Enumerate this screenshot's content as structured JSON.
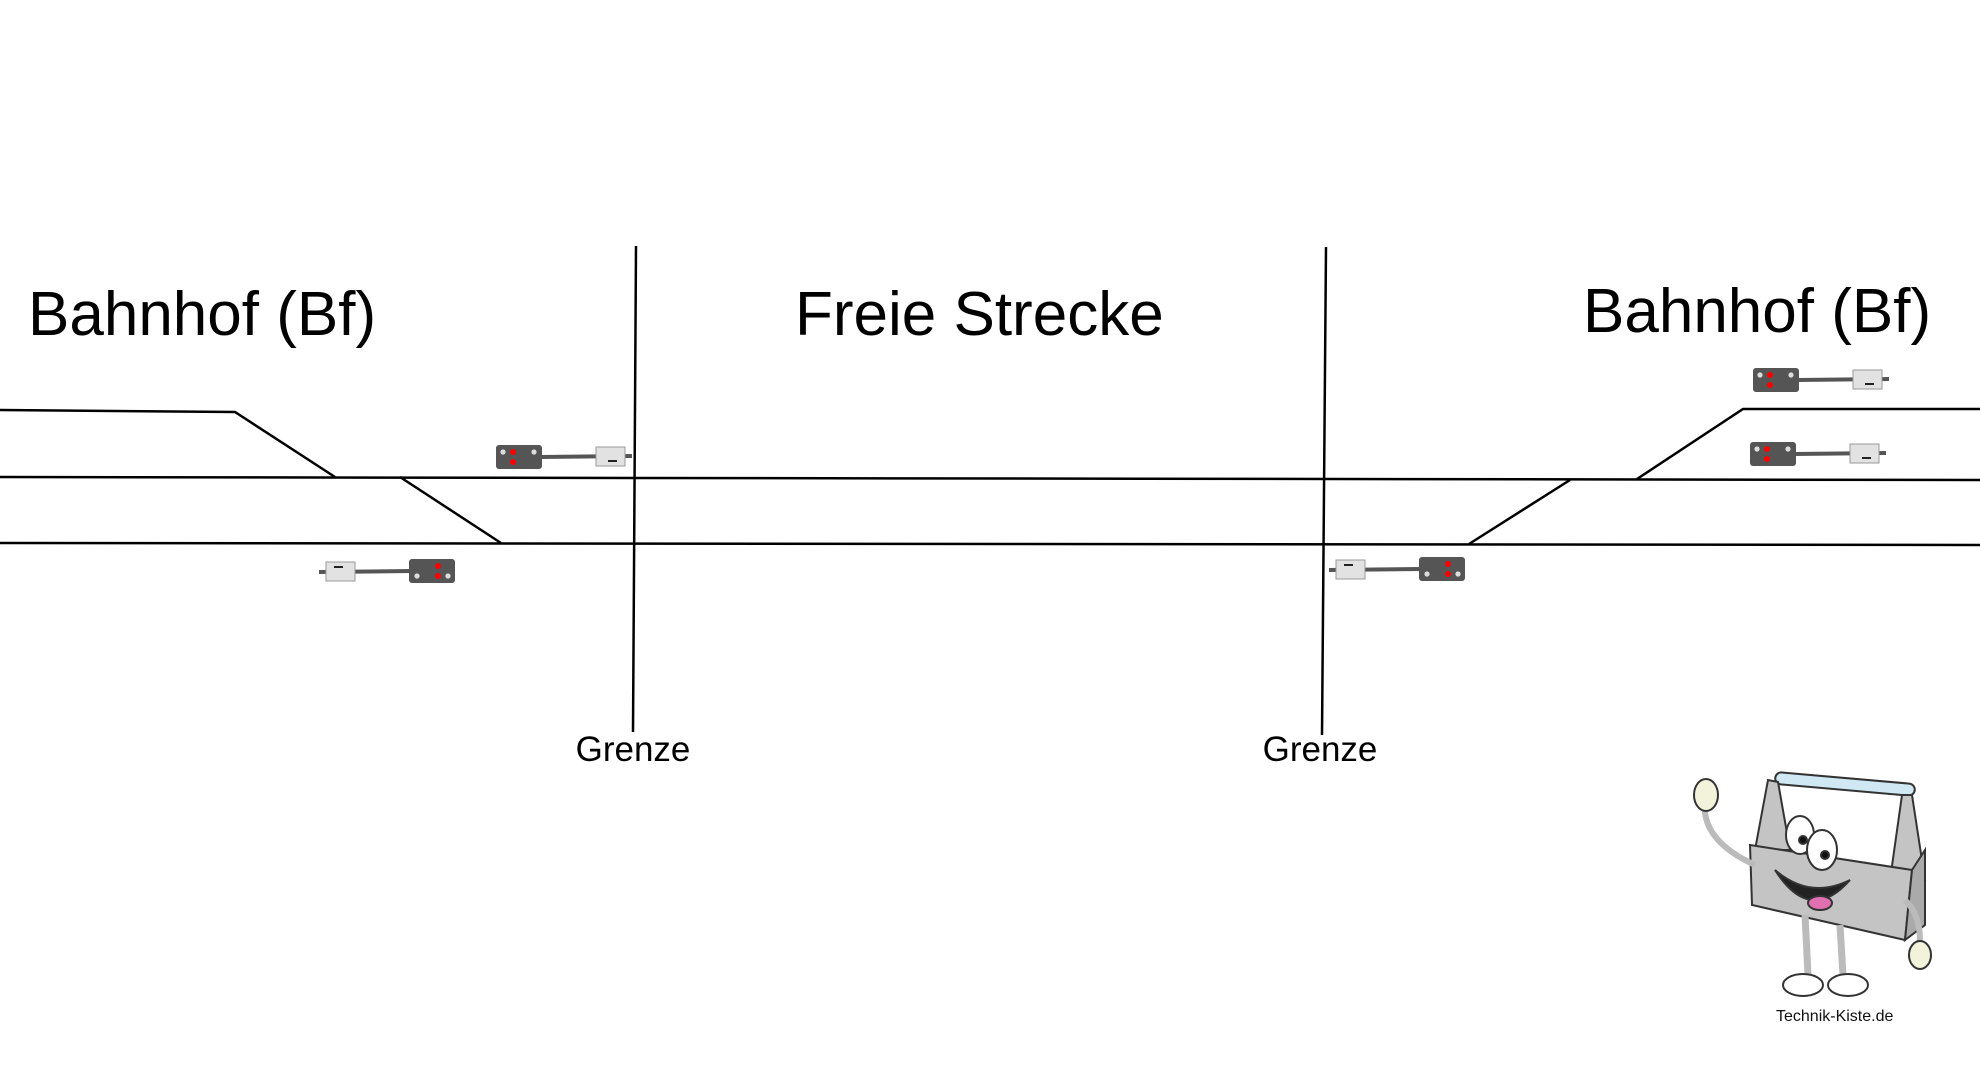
{
  "labels": {
    "station_left": "Bahnhof (Bf)",
    "open_line": "Freie Strecke",
    "station_right": "Bahnhof (Bf)",
    "boundary_left": "Grenze",
    "boundary_right": "Grenze"
  },
  "logo": {
    "text": "Technik-Kiste.de"
  },
  "colors": {
    "track": "#000000",
    "signal_head": "#555555",
    "lamp_red": "#ff0000",
    "lamp_off": "#dddddd",
    "box": "#e2e2e2"
  }
}
